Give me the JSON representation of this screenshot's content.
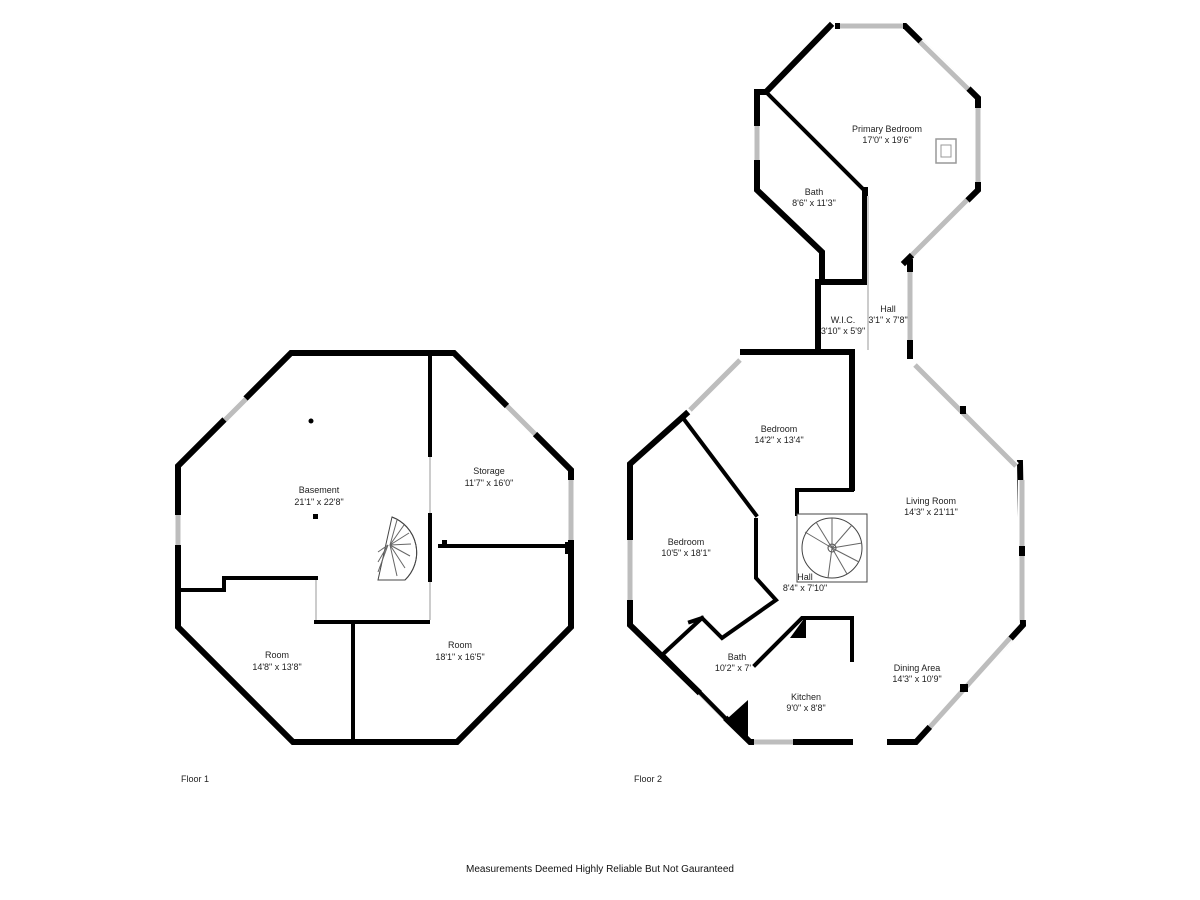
{
  "floors": [
    {
      "label": "Floor 1",
      "rooms": [
        {
          "name": "Basement",
          "dims": "21'1\" x 22'8\""
        },
        {
          "name": "Storage",
          "dims": "11'7\" x 16'0\""
        },
        {
          "name": "Room",
          "dims": "14'8\" x 13'8\""
        },
        {
          "name": "Room",
          "dims": "18'1\" x 16'5\""
        }
      ]
    },
    {
      "label": "Floor 2",
      "rooms": [
        {
          "name": "Primary Bedroom",
          "dims": "17'0\" x 19'6\""
        },
        {
          "name": "Bath",
          "dims": "8'6\" x 11'3\""
        },
        {
          "name": "Hall",
          "dims": "3'1\" x 7'8\""
        },
        {
          "name": "W.I.C.",
          "dims": "3'10\" x 5'9\""
        },
        {
          "name": "Bedroom",
          "dims": "14'2\" x 13'4\""
        },
        {
          "name": "Living Room",
          "dims": "14'3\" x 21'11\""
        },
        {
          "name": "Bedroom",
          "dims": "10'5\" x 18'1\""
        },
        {
          "name": "Hall",
          "dims": "8'4\" x 7'10\""
        },
        {
          "name": "Bath",
          "dims": "10'2\" x 7'"
        },
        {
          "name": "Kitchen",
          "dims": "9'0\" x 8'8\""
        },
        {
          "name": "Dining Area",
          "dims": "14'3\" x 10'9\""
        }
      ]
    }
  ],
  "footer": "Measurements Deemed Highly Reliable But Not Gauranteed"
}
